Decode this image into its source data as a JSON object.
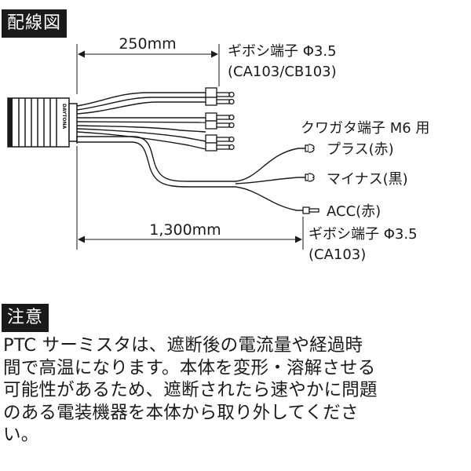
{
  "wiring_tag": "配線図",
  "caution_tag": "注意",
  "dim_top": "250mm",
  "dim_bottom": "1,300mm",
  "gibosi_top_1": "ギボシ端子 Φ3.5",
  "gibosi_top_2": "(CA103/CB103)",
  "kuwagata": "クワガタ端子 M6 用",
  "plus": "プラス(赤)",
  "minus": "マイナス(黒)",
  "acc": "ACC(赤)",
  "gibosi_bottom_1": "ギボシ端子 Φ3.5",
  "gibosi_bottom_2": "(CA103)",
  "device_label": "DAYTONA",
  "caution_lines": [
    "PTC サーミスタは、遮断後の電流量や経過時",
    "間で高温になります。本体を変形・溶解させる",
    "可能性があるため、遮断されたら速やかに問題",
    "のある電装機器を本体から取り外してくださ",
    "い。"
  ]
}
